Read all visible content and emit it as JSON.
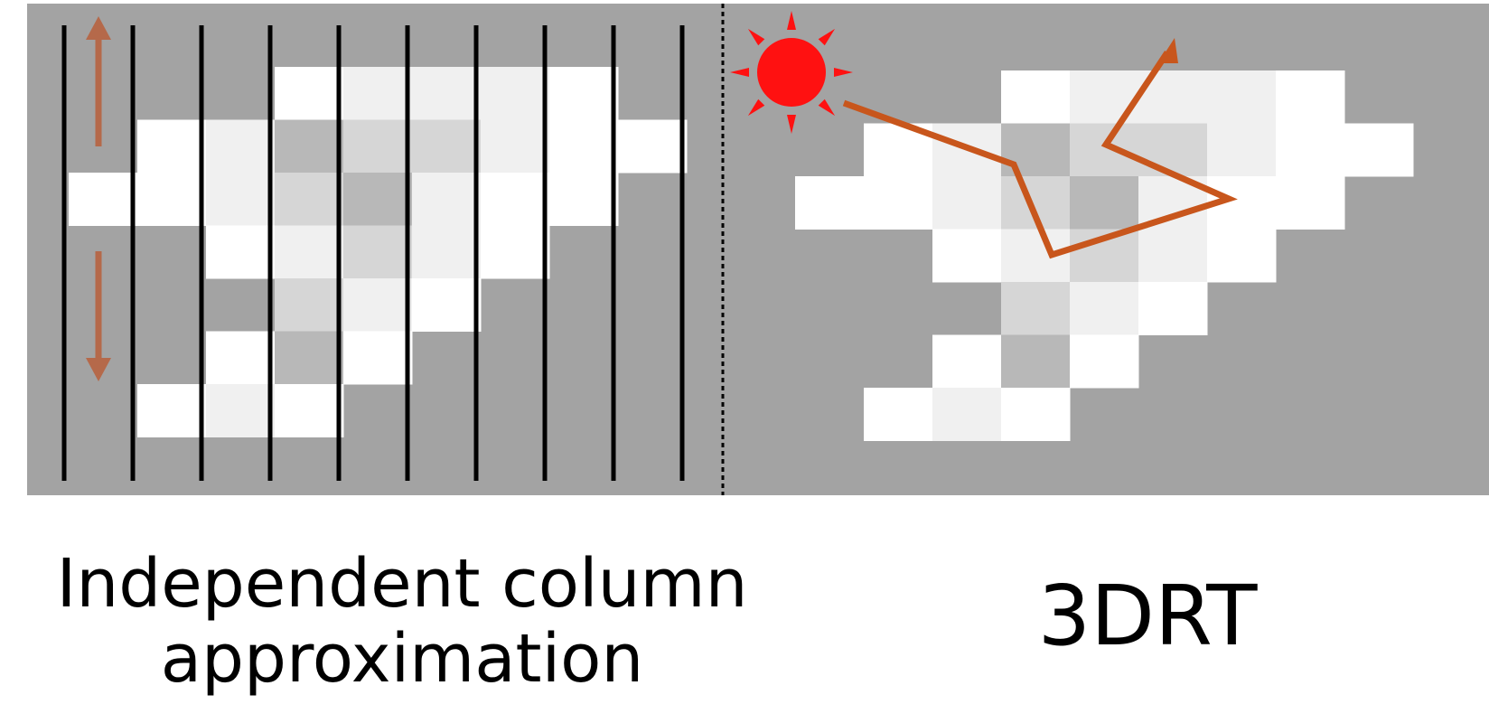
{
  "figure": {
    "left_panel": {
      "caption_line1": "Independent column",
      "caption_line2": "approximation"
    },
    "right_panel": {
      "caption": "3DRT"
    },
    "icons": {
      "sun": "sun-icon",
      "arrows": "vertical-double-arrow-icon",
      "ray": "scattered-ray-arrow-icon"
    },
    "colors": {
      "sky": "#a3a3a3",
      "cloud_white": "#ffffff",
      "cloud_light": "#f0f0f0",
      "cloud_mid": "#d6d6d6",
      "cloud_dark": "#b8b8b8",
      "column_lines": "#000000",
      "sun": "#ff1111",
      "ray": "#c8561c",
      "ica_arrows": "#b5694a"
    },
    "left_cloud_cells": [
      [
        null,
        null,
        null,
        0,
        1,
        1,
        1,
        0,
        null,
        null
      ],
      [
        null,
        0,
        1,
        3,
        2,
        2,
        1,
        0,
        0,
        null
      ],
      [
        0,
        0,
        1,
        2,
        3,
        1,
        0,
        0,
        null,
        null
      ],
      [
        null,
        null,
        0,
        1,
        2,
        1,
        0,
        null,
        null,
        null
      ],
      [
        null,
        null,
        null,
        2,
        1,
        0,
        null,
        null,
        null,
        null
      ],
      [
        null,
        null,
        0,
        3,
        0,
        null,
        null,
        null,
        null,
        null
      ],
      [
        null,
        0,
        1,
        0,
        null,
        null,
        null,
        null,
        null,
        null
      ]
    ],
    "right_cloud_cells": [
      [
        null,
        null,
        null,
        0,
        1,
        1,
        1,
        0,
        null
      ],
      [
        null,
        0,
        1,
        3,
        2,
        2,
        1,
        0,
        0
      ],
      [
        0,
        0,
        1,
        2,
        3,
        1,
        0,
        0,
        null
      ],
      [
        null,
        null,
        0,
        1,
        2,
        1,
        0,
        null,
        null
      ],
      [
        null,
        null,
        null,
        2,
        1,
        0,
        null,
        null,
        null
      ],
      [
        null,
        null,
        0,
        3,
        0,
        null,
        null,
        null,
        null
      ],
      [
        null,
        0,
        1,
        0,
        null,
        null,
        null,
        null,
        null
      ]
    ]
  }
}
